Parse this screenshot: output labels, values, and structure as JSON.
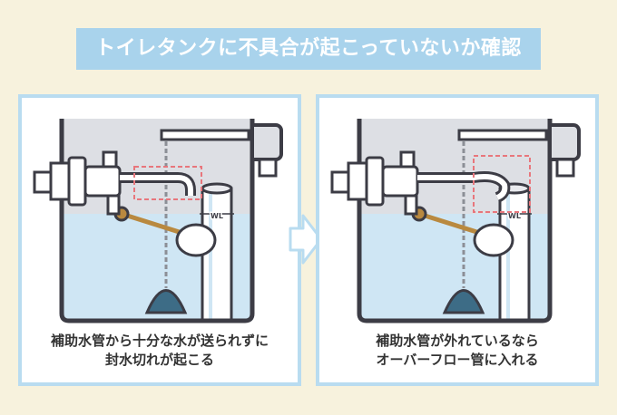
{
  "title": "トイレタンクに不具合が起こっていないか確認",
  "panels": [
    {
      "caption_line1": "補助水管から十分な水が送られずに",
      "caption_line2": "封水切れが起こる",
      "wl_label": "WL"
    },
    {
      "caption_line1": "補助水管が外れているなら",
      "caption_line2": "オーバーフロー管に入れる",
      "wl_label": "WL"
    }
  ],
  "colors": {
    "background": "#f7f2dd",
    "banner": "#a9d3ec",
    "panel_border": "#b9dcf0",
    "water": "#cfe6f4",
    "air": "#dddfe4",
    "outline": "#3c3c45",
    "highlight": "#e8767c",
    "float_arm": "#b9893f"
  }
}
